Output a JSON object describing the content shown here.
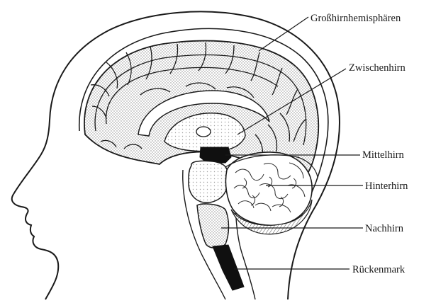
{
  "labels": {
    "cerebrum": "Großhirnhemisphären",
    "diencephalon": "Zwischenhirn",
    "midbrain": "Mittelhirn",
    "hindbrain": "Hinterhirn",
    "medulla": "Nachhirn",
    "spinal_cord": "Rückenmark"
  },
  "colors": {
    "ink": "#1a1a1a",
    "dots": "#9a9a9a",
    "dark_region": "#101010",
    "paper": "#ffffff"
  }
}
